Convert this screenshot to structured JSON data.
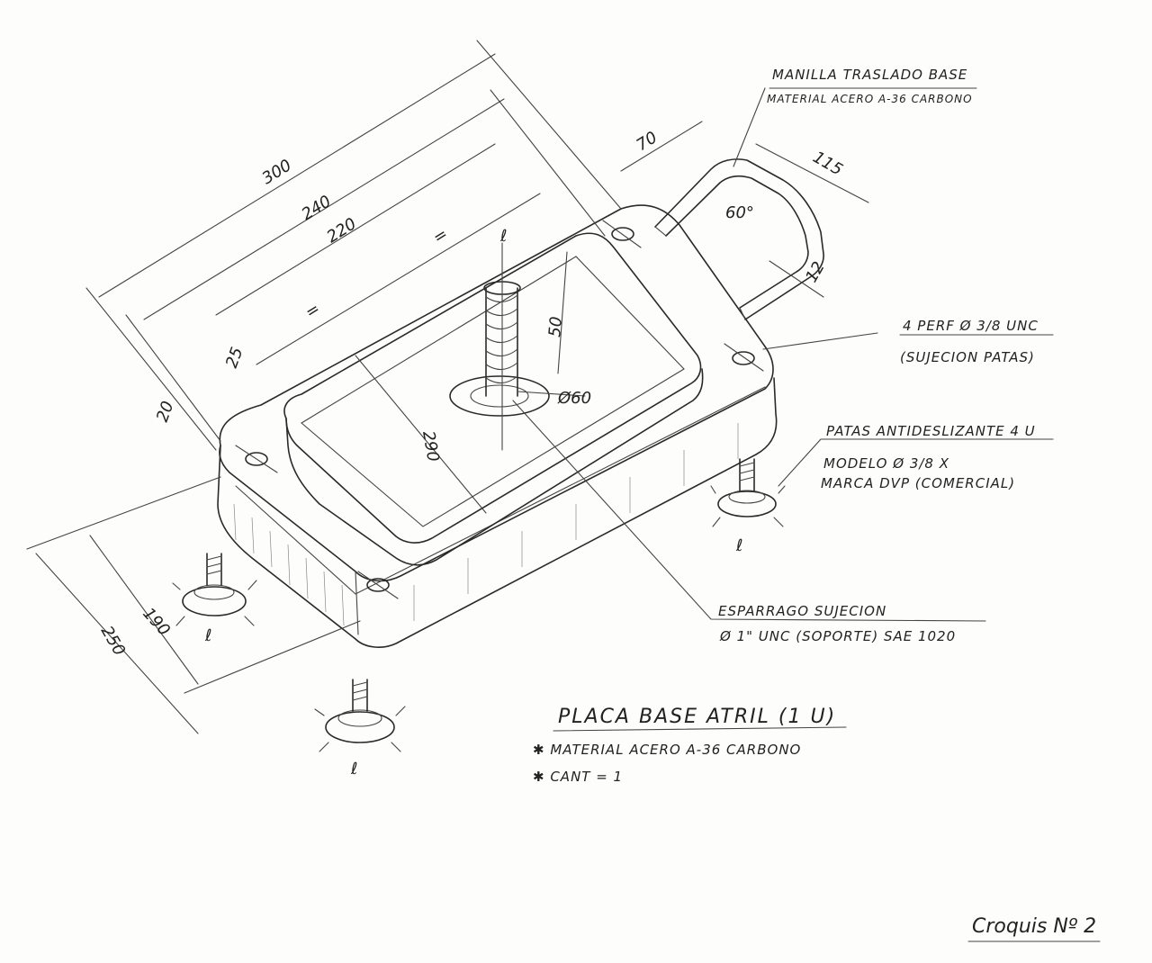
{
  "dimensions": {
    "d300": "300",
    "d240": "240",
    "d220": "220",
    "eq1": "=",
    "eq2": "=",
    "d25": "25",
    "d20": "20",
    "d50": "50",
    "d60": "Ø60",
    "d290": "290",
    "d190": "190",
    "d250": "250",
    "d70": "70",
    "d115": "115",
    "d12": "12",
    "ang60": "60°",
    "cl_top": "ℓ",
    "cl_leg1": "ℓ",
    "cl_leg2": "ℓ",
    "cl_leg3": "ℓ"
  },
  "notes": {
    "handle_title": "MANILLA TRASLADO BASE",
    "handle_material": "MATERIAL ACERO A-36 CARBONO",
    "holes_line1": "4 PERF Ø 3/8 UNC",
    "holes_line2": "(SUJECION PATAS)",
    "feet_line1": "PATAS ANTIDESLIZANTE 4 U",
    "feet_line2": "MODELO Ø 3/8 X",
    "feet_line3": "MARCA DVP (COMERCIAL)",
    "stud_line1": "ESPARRAGO SUJECION",
    "stud_line2": "Ø 1\" UNC (SOPORTE) SAE 1020"
  },
  "title_block": {
    "title": "PLACA BASE ATRIL (1 U)",
    "material": "✱ MATERIAL ACERO A-36 CARBONO",
    "quantity": "✱ CANT = 1",
    "sheet": "Croquis Nº 2"
  }
}
